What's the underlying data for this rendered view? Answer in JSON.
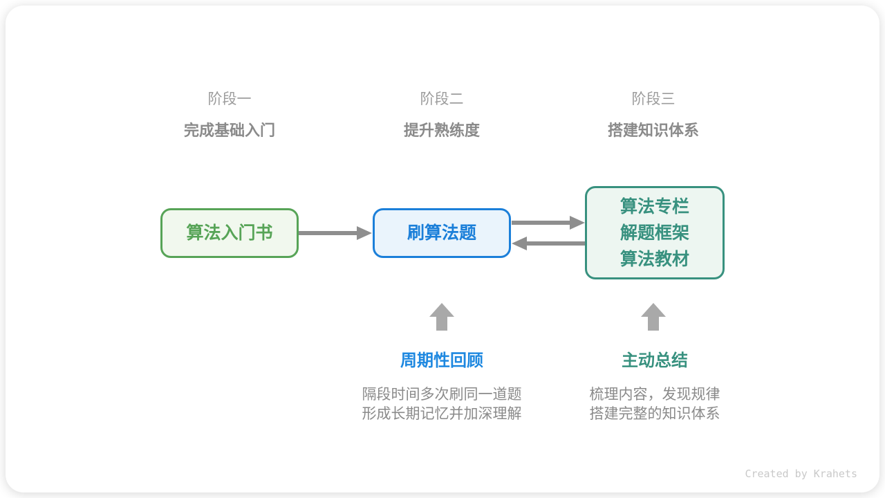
{
  "stages": [
    {
      "label": "阶段一",
      "subtitle": "完成基础入门"
    },
    {
      "label": "阶段二",
      "subtitle": "提升熟练度"
    },
    {
      "label": "阶段三",
      "subtitle": "搭建知识体系"
    }
  ],
  "nodes": [
    {
      "label": "算法入门书",
      "border_color": "#57a457",
      "fill_color": "#f1f8ee",
      "text_color": "#57a457"
    },
    {
      "label": "刷算法题",
      "border_color": "#1b7fd9",
      "fill_color": "#eaf4fc",
      "text_color": "#1b7fd9"
    },
    {
      "lines": [
        "算法专栏",
        "解题框架",
        "算法教材"
      ],
      "border_color": "#38917f",
      "fill_color": "#edf6f1",
      "text_color": "#38917f"
    }
  ],
  "annotations": [
    {
      "title": "周期性回顾",
      "title_color": "#1e88e0",
      "lines": [
        "隔段时间多次刷同一道题",
        "形成长期记忆并加深理解"
      ]
    },
    {
      "title": "主动总结",
      "title_color": "#38917f",
      "lines": [
        "梳理内容，发现规律",
        "搭建完整的知识体系"
      ]
    }
  ],
  "footer": {
    "credit": "Created by Krahets"
  },
  "colors": {
    "stage_label": "#9c9c9c",
    "stage_subtitle": "#8a8a8a",
    "description_text": "#8a8a8a",
    "connector_arrow": "#8e8e8e",
    "block_arrow": "#a9a9a9",
    "footer_text": "#c9c9c9"
  }
}
